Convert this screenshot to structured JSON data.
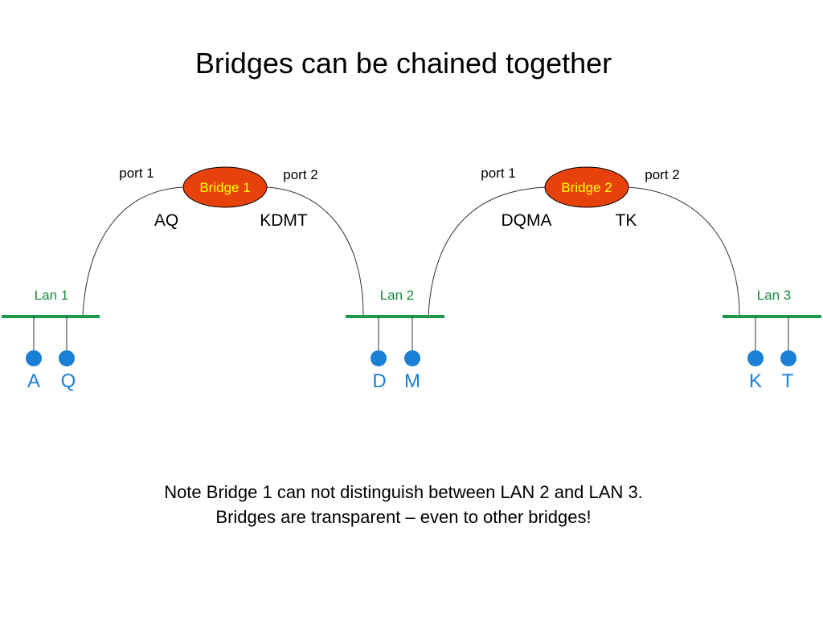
{
  "title": "Bridges can be chained together",
  "colors": {
    "lan": "#1a9a4a",
    "lan_label": "#1a8a40",
    "host": "#1a7fd6",
    "host_label": "#1a7fd6",
    "bridge_fill": "#e8420c",
    "bridge_label": "#ffff00",
    "link": "#333333"
  },
  "bridges": [
    {
      "label": "Bridge 1",
      "port1_label": "port 1",
      "port2_label": "port 2",
      "port1_table": "AQ",
      "port2_table": "KDMT"
    },
    {
      "label": "Bridge 2",
      "port1_label": "port 1",
      "port2_label": "port 2",
      "port1_table": "DQMA",
      "port2_table": "TK"
    }
  ],
  "lans": [
    {
      "label": "Lan 1",
      "hosts": [
        "A",
        "Q"
      ]
    },
    {
      "label": "Lan 2",
      "hosts": [
        "D",
        "M"
      ]
    },
    {
      "label": "Lan 3",
      "hosts": [
        "K",
        "T"
      ]
    }
  ],
  "note": {
    "line1": "Note Bridge 1 can not distinguish between LAN 2 and LAN 3.",
    "line2": "Bridges are transparent – even to other bridges!"
  }
}
